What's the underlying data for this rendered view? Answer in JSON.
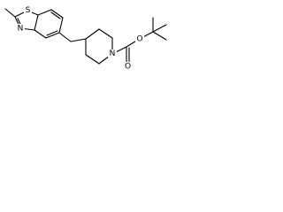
{
  "molecule": {
    "atoms": {
      "sulfur": "S",
      "thiazole_nitrogen": "N",
      "piperidine_nitrogen": "N",
      "carbonyl_oxygen": "O",
      "ester_oxygen": "O"
    }
  }
}
